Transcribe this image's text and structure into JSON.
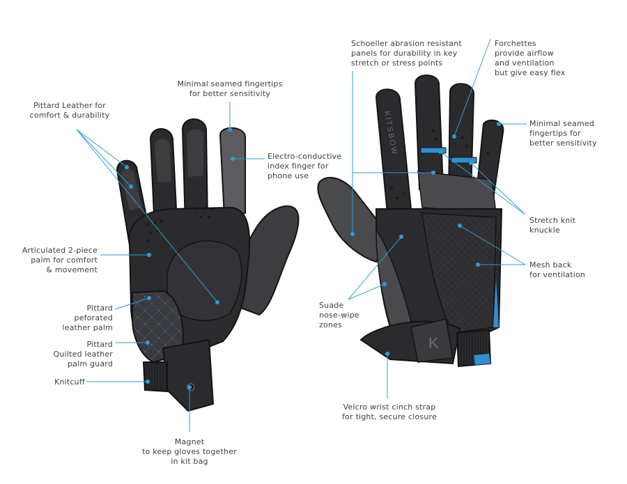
{
  "brand_text": "KITSBOW",
  "brand_mark": "K",
  "colors": {
    "leader": "#2a9fd6",
    "dot": "#2a9fd6",
    "glove_dark": "#2b2b2d",
    "glove_mid": "#4a4a4d",
    "glove_light": "#5d5d60",
    "outline": "#141416",
    "accent_blue": "#2f8fcf",
    "text": "#3a3d40"
  },
  "labels": {
    "pittard_leather": "Pittard Leather for\ncomfort & durability",
    "minimal_seamed_left": "Minimal seamed fingertips\nfor better sensitivity",
    "electro_conductive": "Electro-conductive\nindex finger for\nphone use",
    "articulated_palm": "Articulated 2-piece\npalm for comfort\n& movement",
    "pittard_perforated": "Pittard\npeforated\nleather palm",
    "pittard_quilted": "Pittard\nQuilted leather\npalm guard",
    "knitcuff": "Knitcuff",
    "magnet": "Magnet\nto keep gloves together\nin kit bag",
    "schoeller": "Schoeller abrasion resistant\npanels for durability in key\nstretch or stress points",
    "forchettes": "Forchettes\nprovide airflow\nand ventilation\nbut give easy flex",
    "minimal_seamed_right": "Minimal seamed\nfingertips for\nbetter sensitivity",
    "stretch_knit": "Stretch knit\nknuckle",
    "mesh_back": "Mesh back\nfor ventilation",
    "suade": "Suade\nnose-wipe\nzones",
    "velcro": "Velcro wrist cinch strap\nfor tight, secure closure"
  }
}
